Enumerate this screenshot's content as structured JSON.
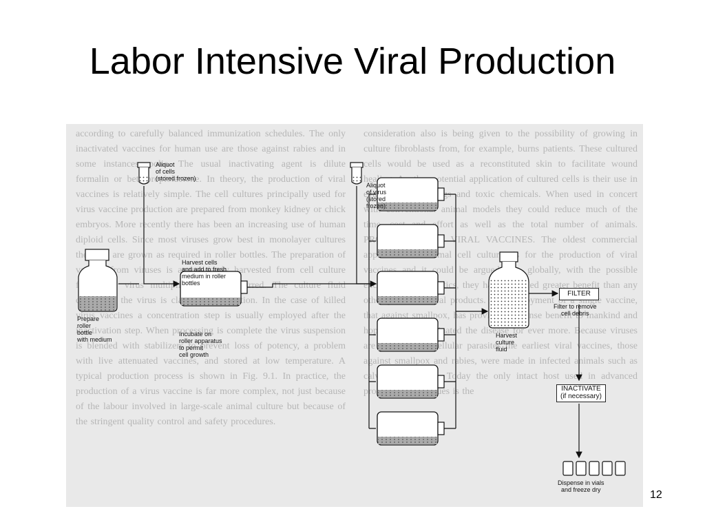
{
  "slide": {
    "title": "Labor Intensive Viral Production",
    "page_number": "12"
  },
  "background_text": {
    "left": "according to carefully balanced immunization schedules. The only inactivated vaccines for human use are those against rabies and in some instances, polio. The usual inactivating agent is dilute formalin or beta-propiolactone. In theory, the production of viral vaccines is relatively simple. The cell cultures principally used for virus vaccine production are prepared from monkey kidney or chick embryos. More recently there has been an increasing use of human diploid cells. Since most viruses grow best in monolayer cultures the cells are grown as required in roller bottles. The preparation of vaccine from viruses is appropriately harvested from cell culture fluid after virus multiplication has occurred. The culture fluid containing the virus is clarified by filtration. In the case of killed virus vaccines a concentration step is usually employed after the inactivation step. When processing is complete the virus suspension is blended with stabilizers to prevent loss of potency, a problem with live attenuated vaccines, and stored at low temperature. A typical production process is shown in Fig. 9.1. In practice, the production of a virus vaccine is far more complex, not just because of the labour involved in large-scale animal culture but because of the stringent quality control and safety procedures.",
    "right": "consideration also is being given to the possibility of growing in culture fibroblasts from, for example, burns patients. These cultured cells would be used as a reconstituted skin to facilitate wound healing. Another potential application of cultured cells is their use in evaluating new drugs and toxic chemicals. When used in concert with conventional animal models they could reduce much of the time, cost and effort as well as the total number of animals. PRODUCTION OF VIRAL VACCINES. The oldest commercial application of animal cell cultures is for the production of viral vaccines and it could be argued that, globally, with the possible exception of antibiotics, they have provided greater benefit than any other pharmaceutical products. The deployment of a single vaccine, that against smallpox, has provided immense benefit to mankind and hopefully has eliminated the disease for ever more. Because viruses are obligate intracellular parasites the earliest viral vaccines, those against smallpox and rabies, were made in infected animals such as calves and rabbits. Today the only intact host used in advanced production techniques is the"
  },
  "diagram": {
    "labels": {
      "aliquot_cells": "Aliquot\nof cells\n(stored frozen)",
      "aliquot_virus": "Aliquot\nof virus\n(stored\nfrozen)",
      "prepare_bottle": "Prepare\nroller\nbottle\nwith medium",
      "harvest_cells": "Harvest cells\nand add to fresh\nmedium in roller\nbottles",
      "incubate": "Incubate on\nroller apparatus\nto permit\ncell growth",
      "harvest_culture_fluid": "Harvest\nculture\nfluid",
      "filter_box": "FILTER",
      "filter_caption": "Filter to remove\ncell debris",
      "inactivate_box": "INACTIVATE\n(if necessary)",
      "dispense_caption": "Dispense in vials\nand freeze dry"
    }
  }
}
